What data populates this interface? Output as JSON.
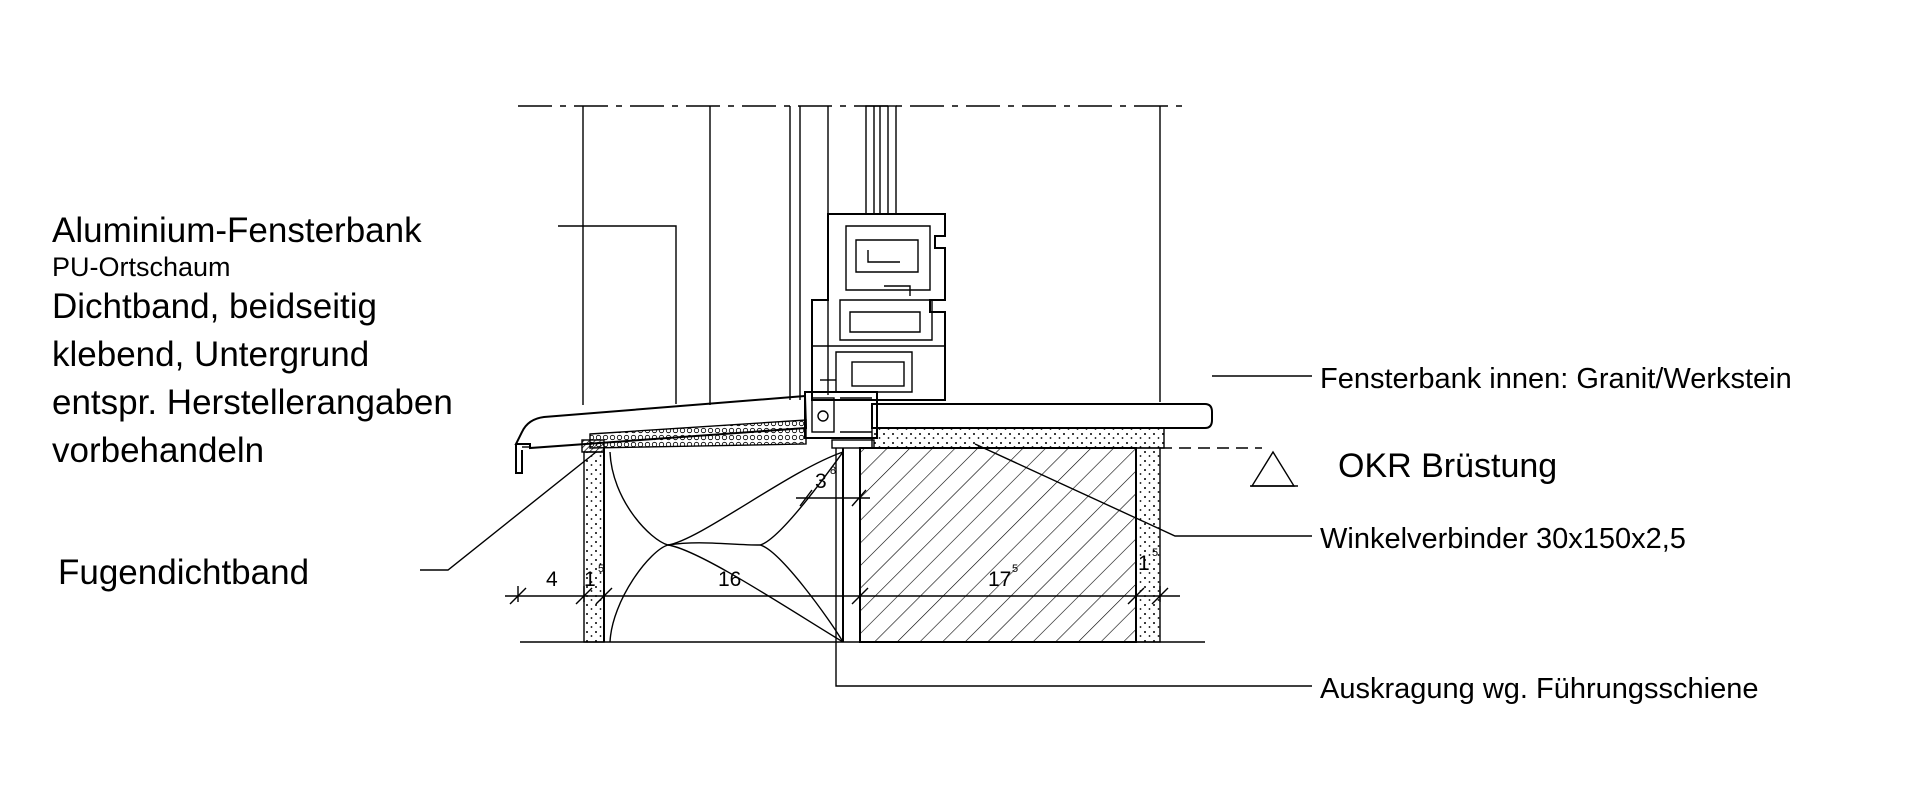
{
  "labels": {
    "alu_sill": "Aluminium-Fensterbank",
    "pu_foam": "PU-Ortschaum",
    "sealing_line1": "Dichtband, beidseitig",
    "sealing_line2": "klebend, Untergrund",
    "sealing_line3": "entspr. Herstellerangaben",
    "sealing_line4": "vorbehandeln",
    "joint_tape": "Fugendichtband",
    "inner_sill": "Fensterbank innen: Granit/Werkstein",
    "okr": "OKR Brüstung",
    "angle_connector": "Winkelverbinder 30x150x2,5",
    "projection": "Auskragung wg. Führungsschiene"
  },
  "dimensions": {
    "d_4": "4",
    "d_1_5_left_main": "1",
    "d_1_5_left_sup": "5",
    "d_16": "16",
    "d_17_5_main": "17",
    "d_17_5_sup": "5",
    "d_1_5_right_main": "1",
    "d_1_5_right_sup": "5",
    "d_3_8_main": "3",
    "d_3_8_sup": "8"
  },
  "colors": {
    "ink": "#000000",
    "background": "#ffffff",
    "hatch_strip": "#555555"
  }
}
